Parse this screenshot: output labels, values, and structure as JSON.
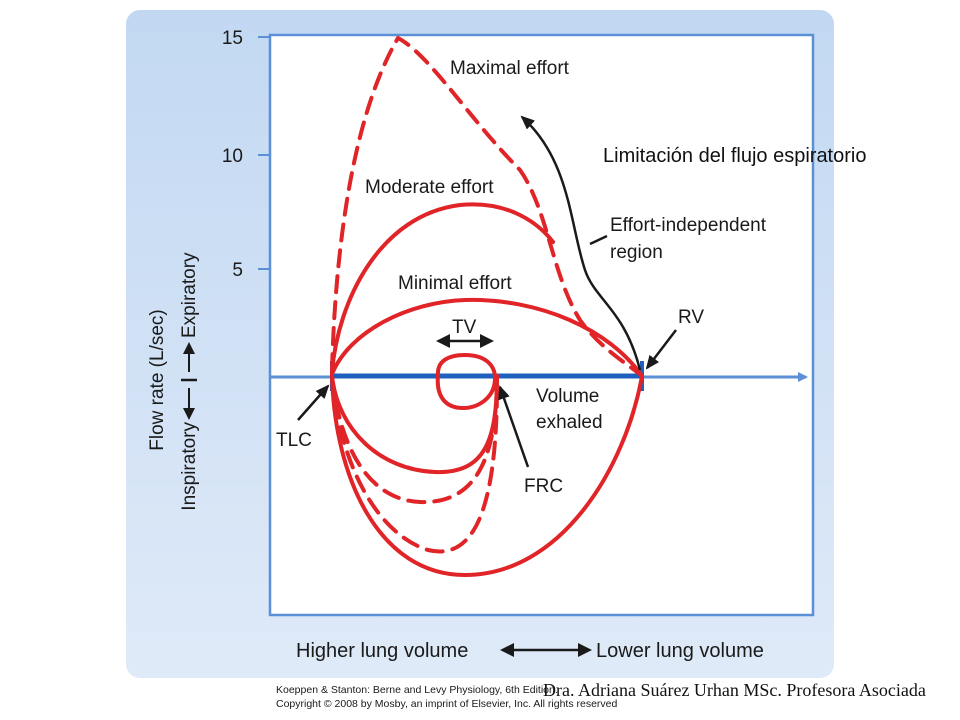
{
  "overlay": {
    "title": "Limitación del flujo espiratorio",
    "author": "Dra. Adriana Suárez Urhan MSc.  Profesora Asociada"
  },
  "figure": {
    "yaxis": {
      "label": "Flow rate (L/sec)",
      "expiratory": "Expiratory",
      "inspiratory": "Inspiratory",
      "ticks": [
        "15",
        "10",
        "5"
      ]
    },
    "xaxis": {
      "left": "Higher lung volume",
      "right": "Lower lung volume"
    },
    "labels": {
      "maximal": "Maximal effort",
      "moderate": "Moderate effort",
      "minimal": "Minimal effort",
      "effort_line1": "Effort-independent",
      "effort_line2": "region",
      "rv": "RV",
      "tv": "TV",
      "volume_line1": "Volume",
      "volume_line2": "exhaled",
      "tlc": "TLC",
      "frc": "FRC"
    },
    "credit": {
      "line1": "Koeppen & Stanton: Berne and Levy Physiology, 6th Edition.",
      "line2": "Copyright © 2008 by Mosby, an imprint of Elsevier, Inc. All rights reserved"
    },
    "colors": {
      "panel": "#c6dbf3",
      "axis_blue": "#5b8fd6",
      "volume_bar": "#1f5fbf",
      "curve_red": "#e02428",
      "text": "#1a1a1a"
    }
  }
}
